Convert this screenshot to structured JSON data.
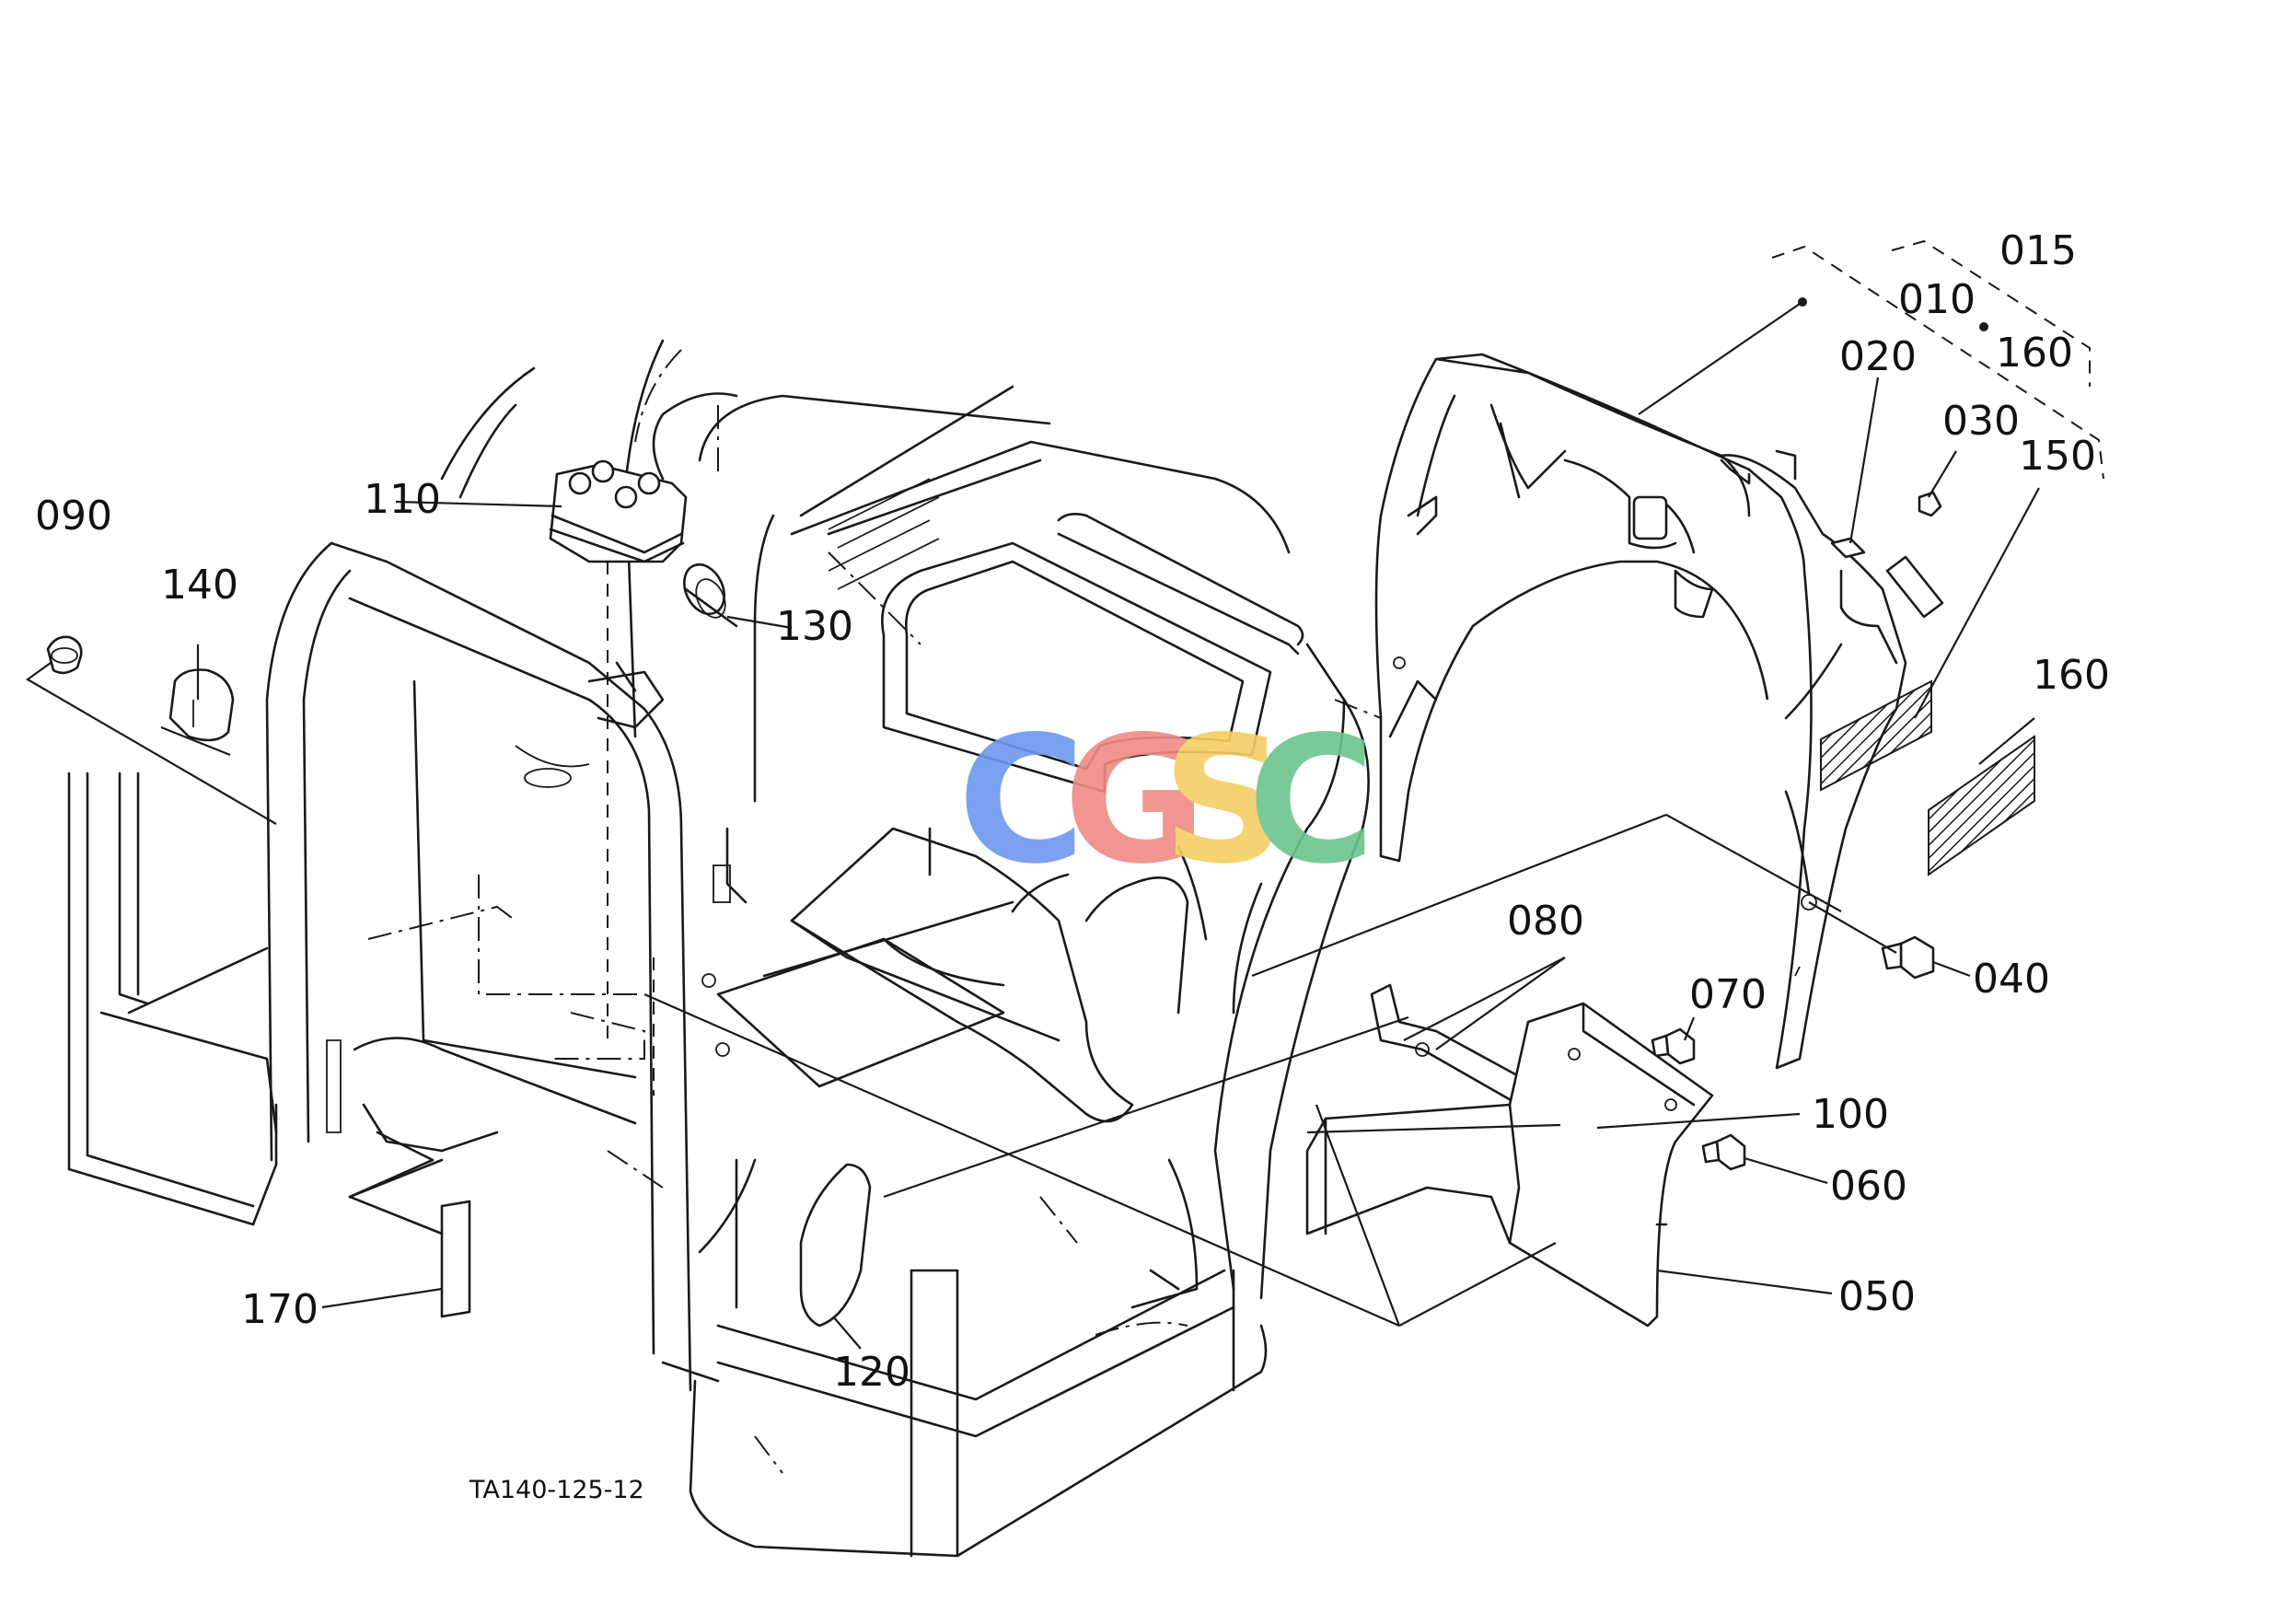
{
  "callouts": {
    "c015": "015",
    "c010": "010",
    "c160a": "160",
    "c020": "020",
    "c030": "030",
    "c150": "150",
    "c160b": "160",
    "c090": "090",
    "c140": "140",
    "c110": "110",
    "c130": "130",
    "c080": "080",
    "c070": "070",
    "c040": "040",
    "c100": "100",
    "c060": "060",
    "c050": "050",
    "c170": "170",
    "c120": "120"
  },
  "drawing_code": "TA140-125-12",
  "watermark": {
    "letters": [
      "C",
      "G",
      "S",
      "C"
    ],
    "colors": [
      "#6f97f0",
      "#f08a86",
      "#f5cf63",
      "#6cc58e"
    ]
  }
}
